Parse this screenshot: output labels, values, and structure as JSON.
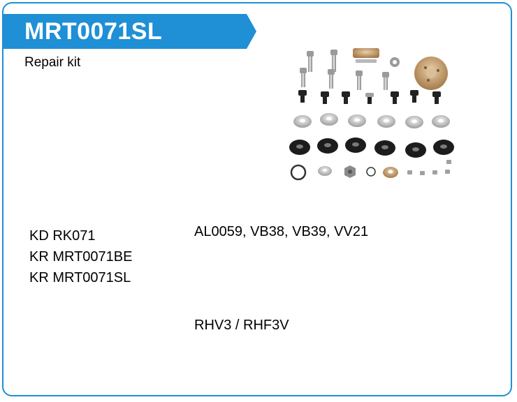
{
  "header": {
    "part_number": "MRT0071SL",
    "subtitle": "Repair kit"
  },
  "references": [
    "KD RK071",
    "KR MRT0071BE",
    "KR MRT0071SL"
  ],
  "applications": "AL0059, VB38, VB39, VV21",
  "turbo_models": "RHV3 / RHF3V",
  "colors": {
    "accent": "#1f8fd6",
    "border": "#1f8fd6",
    "title_text": "#ffffff"
  },
  "image": {
    "icon": "repair-kit-parts-photo"
  }
}
